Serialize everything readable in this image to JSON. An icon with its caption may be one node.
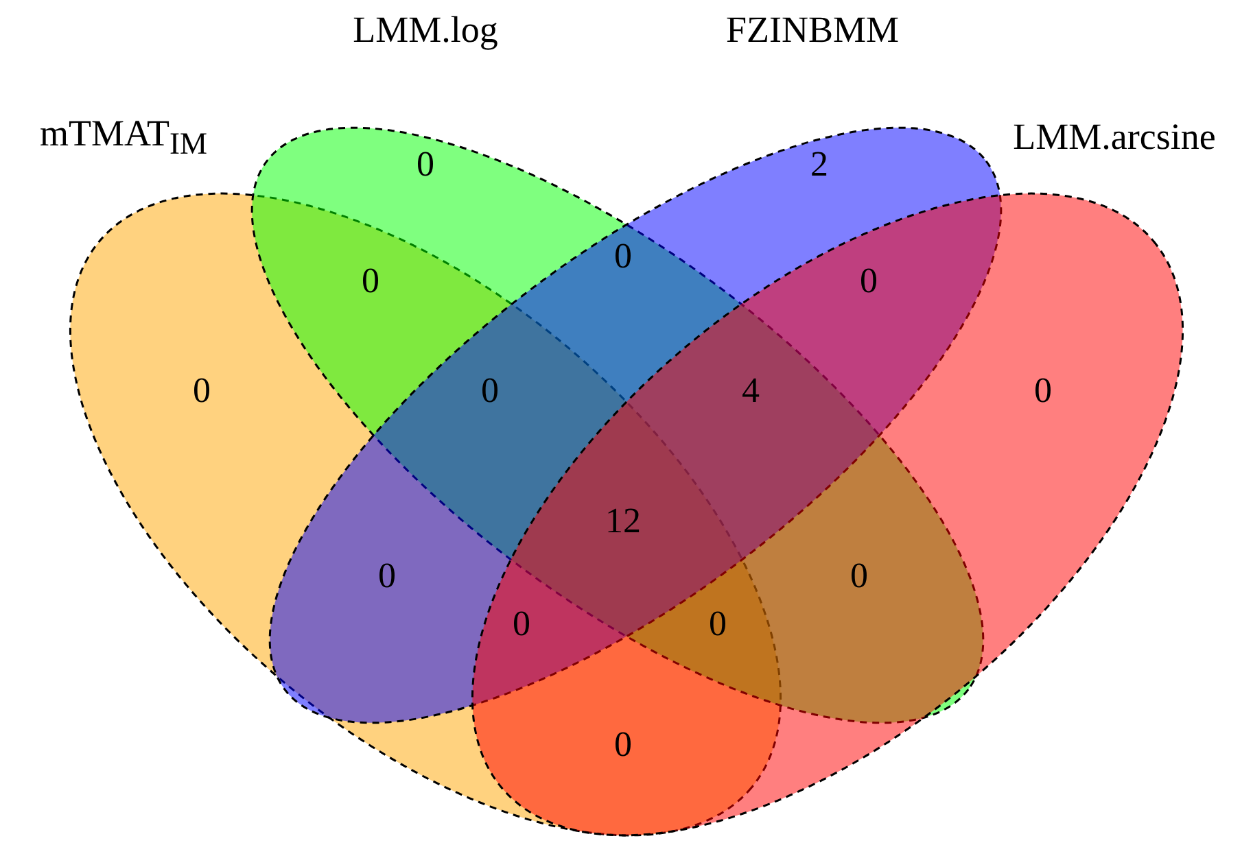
{
  "diagram": {
    "nodes": [
      {
        "text": [
          "mTMAT$_{IM}$"
        ]
      },
      {
        "text": [
          "LMM.log"
        ]
      },
      {
        "text": [
          "FZINBMM"
        ]
      },
      {
        "text": [
          "LMM.arcsine"
        ]
      }
    ],
    "labels": [
      "0",
      "2",
      "0",
      "0",
      "0",
      "0",
      "0",
      "4",
      "0",
      "12",
      "0",
      "0",
      "0",
      "0",
      "0"
    ]
  }
}
